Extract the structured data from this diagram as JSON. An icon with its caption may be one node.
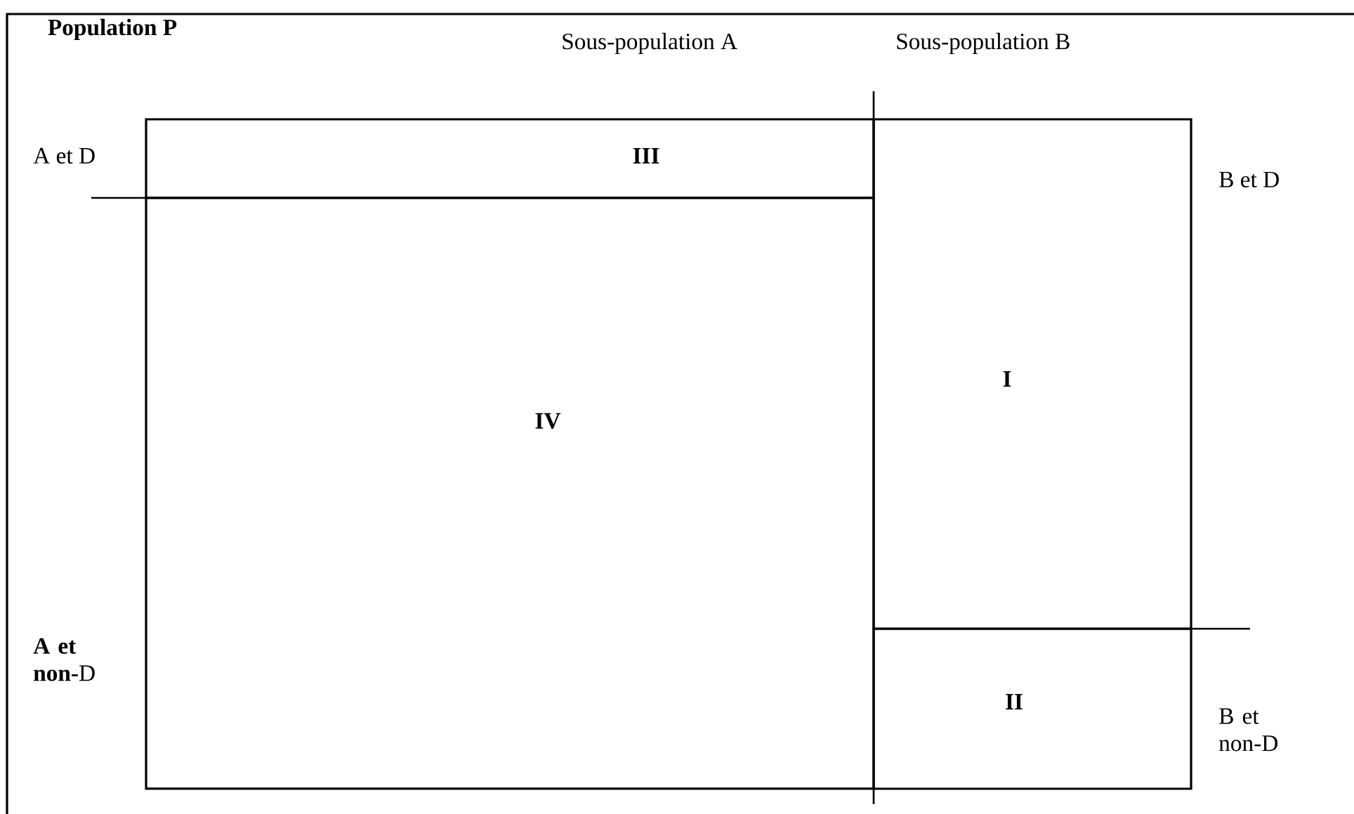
{
  "diagram": {
    "nodes": [
      {
        "text": [
          "Population P"
        ]
      },
      {
        "text": [
          "III"
        ],
        "in": 0,
        "beside": [
          "A et D"
        ]
      },
      {
        "text": [
          "IV"
        ],
        "in": 0,
        "beside": [
          "**A et non-**D"
        ]
      },
      {
        "text": [
          "I"
        ],
        "in": 0,
        "beside": [
          "B et D"
        ]
      },
      {
        "text": [
          "II"
        ],
        "in": 0,
        "beside": [
          "B et non-D"
        ]
      }
    ],
    "labels": [
      "Sous-population A",
      "Sous-population B"
    ]
  }
}
